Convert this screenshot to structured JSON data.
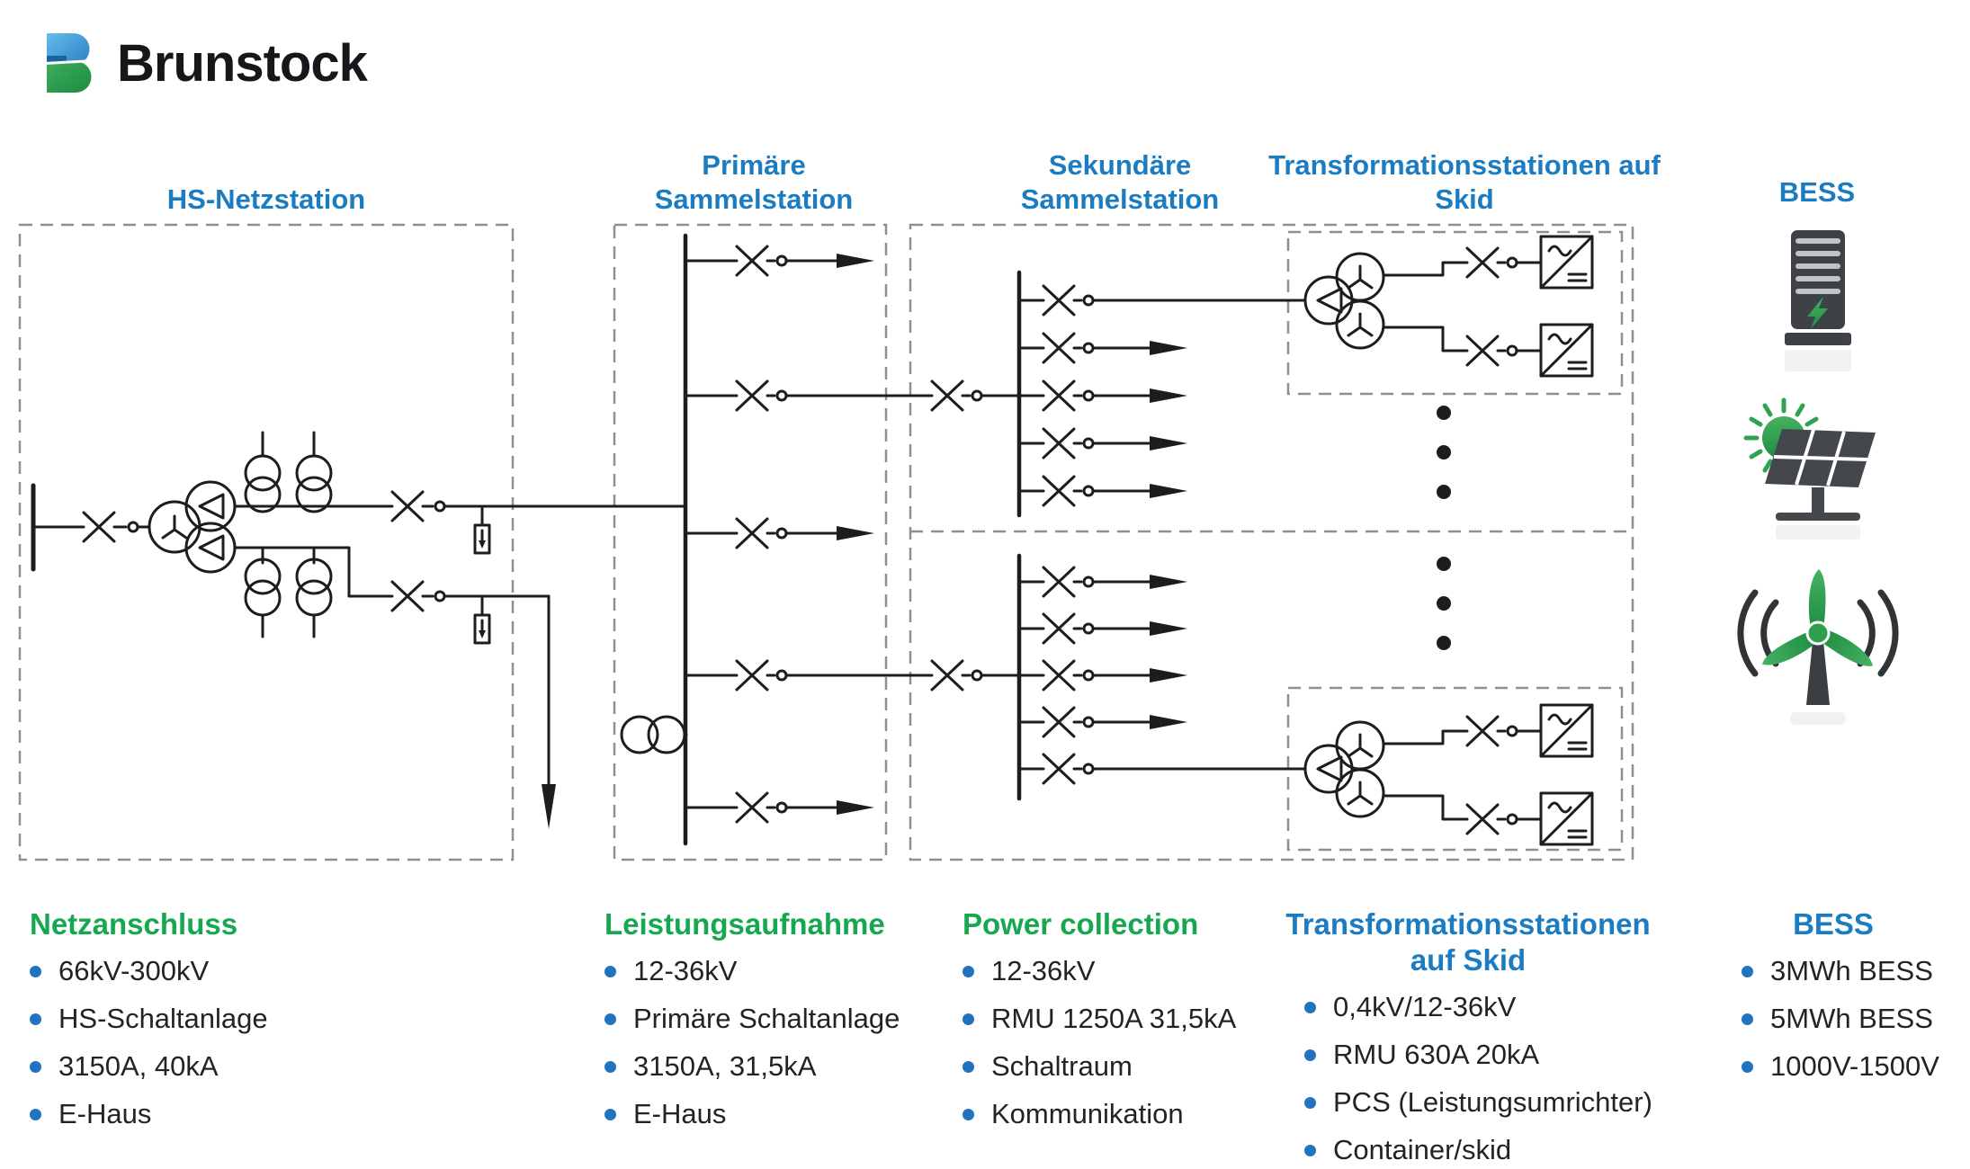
{
  "logo": {
    "text": "Brunstock"
  },
  "sections": {
    "hs": "HS-Netzstation",
    "primary": "Primäre Sammelstation",
    "secondary": "Sekundäre Sammelstation",
    "skid": "Transformationsstationen auf Skid",
    "bess": "BESS"
  },
  "legend": {
    "columns": [
      {
        "title": "Netzanschluss",
        "title_color": "#16a851",
        "items": [
          "66kV-300kV",
          "HS-Schaltanlage",
          "3150A, 40kA",
          "E-Haus"
        ]
      },
      {
        "title": "Leistungsaufnahme",
        "title_color": "#16a851",
        "items": [
          "12-36kV",
          "Primäre Schaltanlage",
          "3150A, 31,5kA",
          "E-Haus"
        ]
      },
      {
        "title": "Power collection",
        "title_color": "#16a851",
        "items": [
          "12-36kV",
          "RMU 1250A 31,5kA",
          "Schaltraum",
          "Kommunikation"
        ]
      },
      {
        "title": "Transformationsstationen auf Skid",
        "title_color": "#1b7cc2",
        "items": [
          "0,4kV/12-36kV",
          "RMU 630A 20kA",
          "PCS (Leistungsumrichter)",
          "Container/skid"
        ]
      },
      {
        "title": "BESS",
        "title_color": "#1b7cc2",
        "items": [
          "3MWh BESS",
          "5MWh BESS",
          "1000V-1500V"
        ]
      }
    ]
  },
  "colors": {
    "heading_blue": "#1b7cc2",
    "heading_green": "#16a851",
    "bullet_blue": "#2273bd",
    "schematic_line": "#1d1d1b",
    "dashed_box": "#8f8f8f",
    "icon_green": "#2f9e4c",
    "icon_dark_gray": "#3e4247",
    "logo_blue": "#2e7fc2",
    "logo_green": "#27984a"
  },
  "icons": {
    "logo_mark": "brunstock-logo-mark",
    "battery": "battery-cabinet-icon",
    "solar": "solar-panel-icon",
    "wind": "wind-turbine-icon",
    "bullet": "bullet-icon",
    "transformer": "three-winding-transformer-icon",
    "inverter": "pcs-inverter-icon",
    "arrester": "surge-arrester-icon",
    "switch": "switch-icon"
  }
}
